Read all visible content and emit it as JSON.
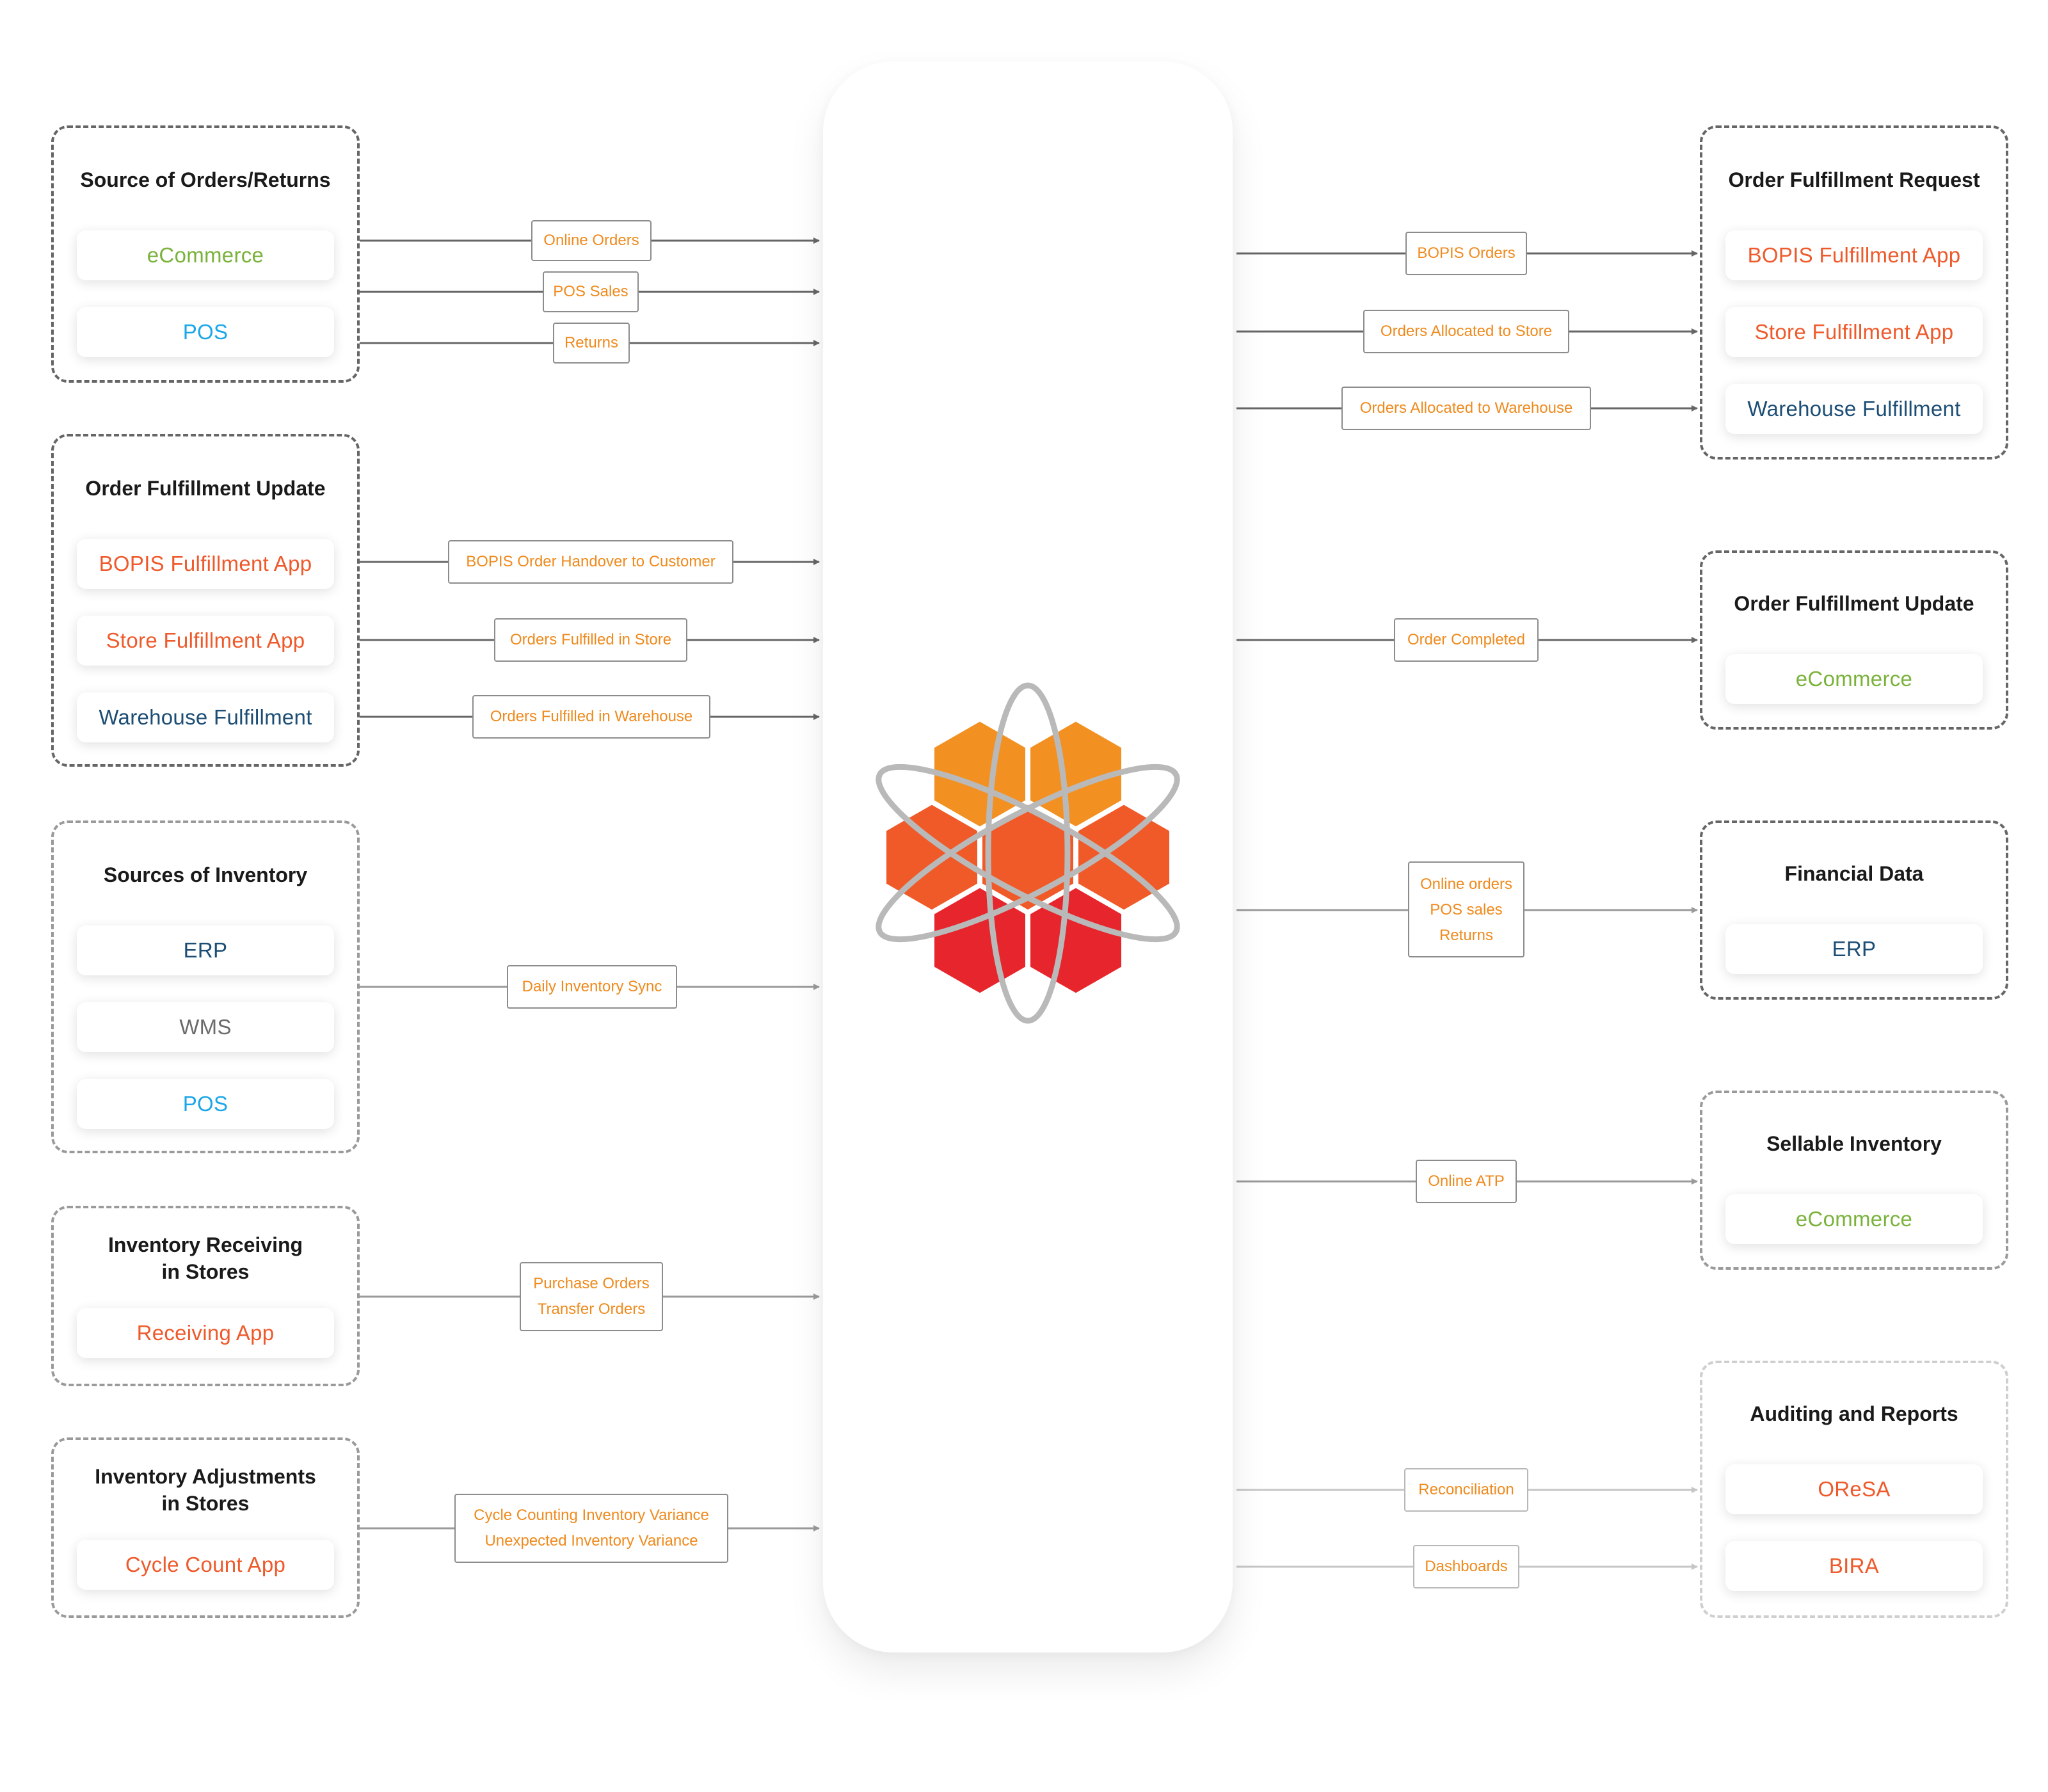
{
  "left_groups": [
    {
      "title": "Source of Orders/Returns",
      "items": [
        {
          "label": "eCommerce",
          "color": "#7ab23b"
        },
        {
          "label": "POS",
          "color": "#1aa6e8"
        }
      ]
    },
    {
      "title": "Order Fulfillment Update",
      "items": [
        {
          "label": "BOPIS Fulfillment App",
          "color": "#ee5a2b"
        },
        {
          "label": "Store Fulfillment App",
          "color": "#ee5a2b"
        },
        {
          "label": "Warehouse Fulfillment",
          "color": "#1c4d74"
        }
      ]
    },
    {
      "title": "Sources of Inventory",
      "items": [
        {
          "label": "ERP",
          "color": "#1c4d74"
        },
        {
          "label": "WMS",
          "color": "#6b6b6b"
        },
        {
          "label": "POS",
          "color": "#1aa6e8"
        }
      ]
    },
    {
      "title_lines": [
        "Inventory Receiving",
        "in Stores"
      ],
      "items": [
        {
          "label": "Receiving App",
          "color": "#ee5a2b"
        }
      ]
    },
    {
      "title_lines": [
        "Inventory Adjustments",
        "in Stores"
      ],
      "items": [
        {
          "label": "Cycle Count App",
          "color": "#ee5a2b"
        }
      ]
    }
  ],
  "right_groups": [
    {
      "title": "Order Fulfillment Request",
      "items": [
        {
          "label": "BOPIS Fulfillment App",
          "color": "#ee5a2b"
        },
        {
          "label": "Store Fulfillment App",
          "color": "#ee5a2b"
        },
        {
          "label": "Warehouse Fulfillment",
          "color": "#1c4d74"
        }
      ]
    },
    {
      "title": "Order Fulfillment Update",
      "items": [
        {
          "label": "eCommerce",
          "color": "#7ab23b"
        }
      ]
    },
    {
      "title": "Financial Data",
      "items": [
        {
          "label": "ERP",
          "color": "#1c4d74"
        }
      ]
    },
    {
      "title": "Sellable Inventory",
      "items": [
        {
          "label": "eCommerce",
          "color": "#7ab23b"
        }
      ]
    },
    {
      "title": "Auditing and Reports",
      "items": [
        {
          "label": "OReSA",
          "color": "#ee5a2b"
        },
        {
          "label": "BIRA",
          "color": "#ee5a2b"
        }
      ]
    }
  ],
  "left_edges": [
    {
      "lines": [
        "Online Orders"
      ]
    },
    {
      "lines": [
        "POS Sales"
      ]
    },
    {
      "lines": [
        "Returns"
      ]
    },
    {
      "lines": [
        "BOPIS Order Handover to Customer"
      ]
    },
    {
      "lines": [
        "Orders Fulfilled in Store"
      ]
    },
    {
      "lines": [
        "Orders Fulfilled in Warehouse"
      ]
    },
    {
      "lines": [
        "Daily Inventory Sync"
      ]
    },
    {
      "lines": [
        "Purchase Orders",
        "Transfer Orders"
      ]
    },
    {
      "lines": [
        "Cycle Counting Inventory Variance",
        "Unexpected Inventory Variance"
      ]
    }
  ],
  "right_edges": [
    {
      "lines": [
        "BOPIS Orders"
      ]
    },
    {
      "lines": [
        "Orders Allocated to Store"
      ]
    },
    {
      "lines": [
        "Orders Allocated to Warehouse"
      ]
    },
    {
      "lines": [
        "Order Completed"
      ]
    },
    {
      "lines": [
        "Online orders",
        "POS sales",
        "Returns"
      ]
    },
    {
      "lines": [
        "Online ATP"
      ]
    },
    {
      "lines": [
        "Reconciliation"
      ]
    },
    {
      "lines": [
        "Dashboards"
      ]
    }
  ],
  "colors": {
    "label_text": "#ef8a1d",
    "arrow": "#666666",
    "hex_top": "#f39022",
    "hex_mid": "#f05a28",
    "hex_bottom": "#e6252c",
    "orbit": "#b9b9b9"
  }
}
